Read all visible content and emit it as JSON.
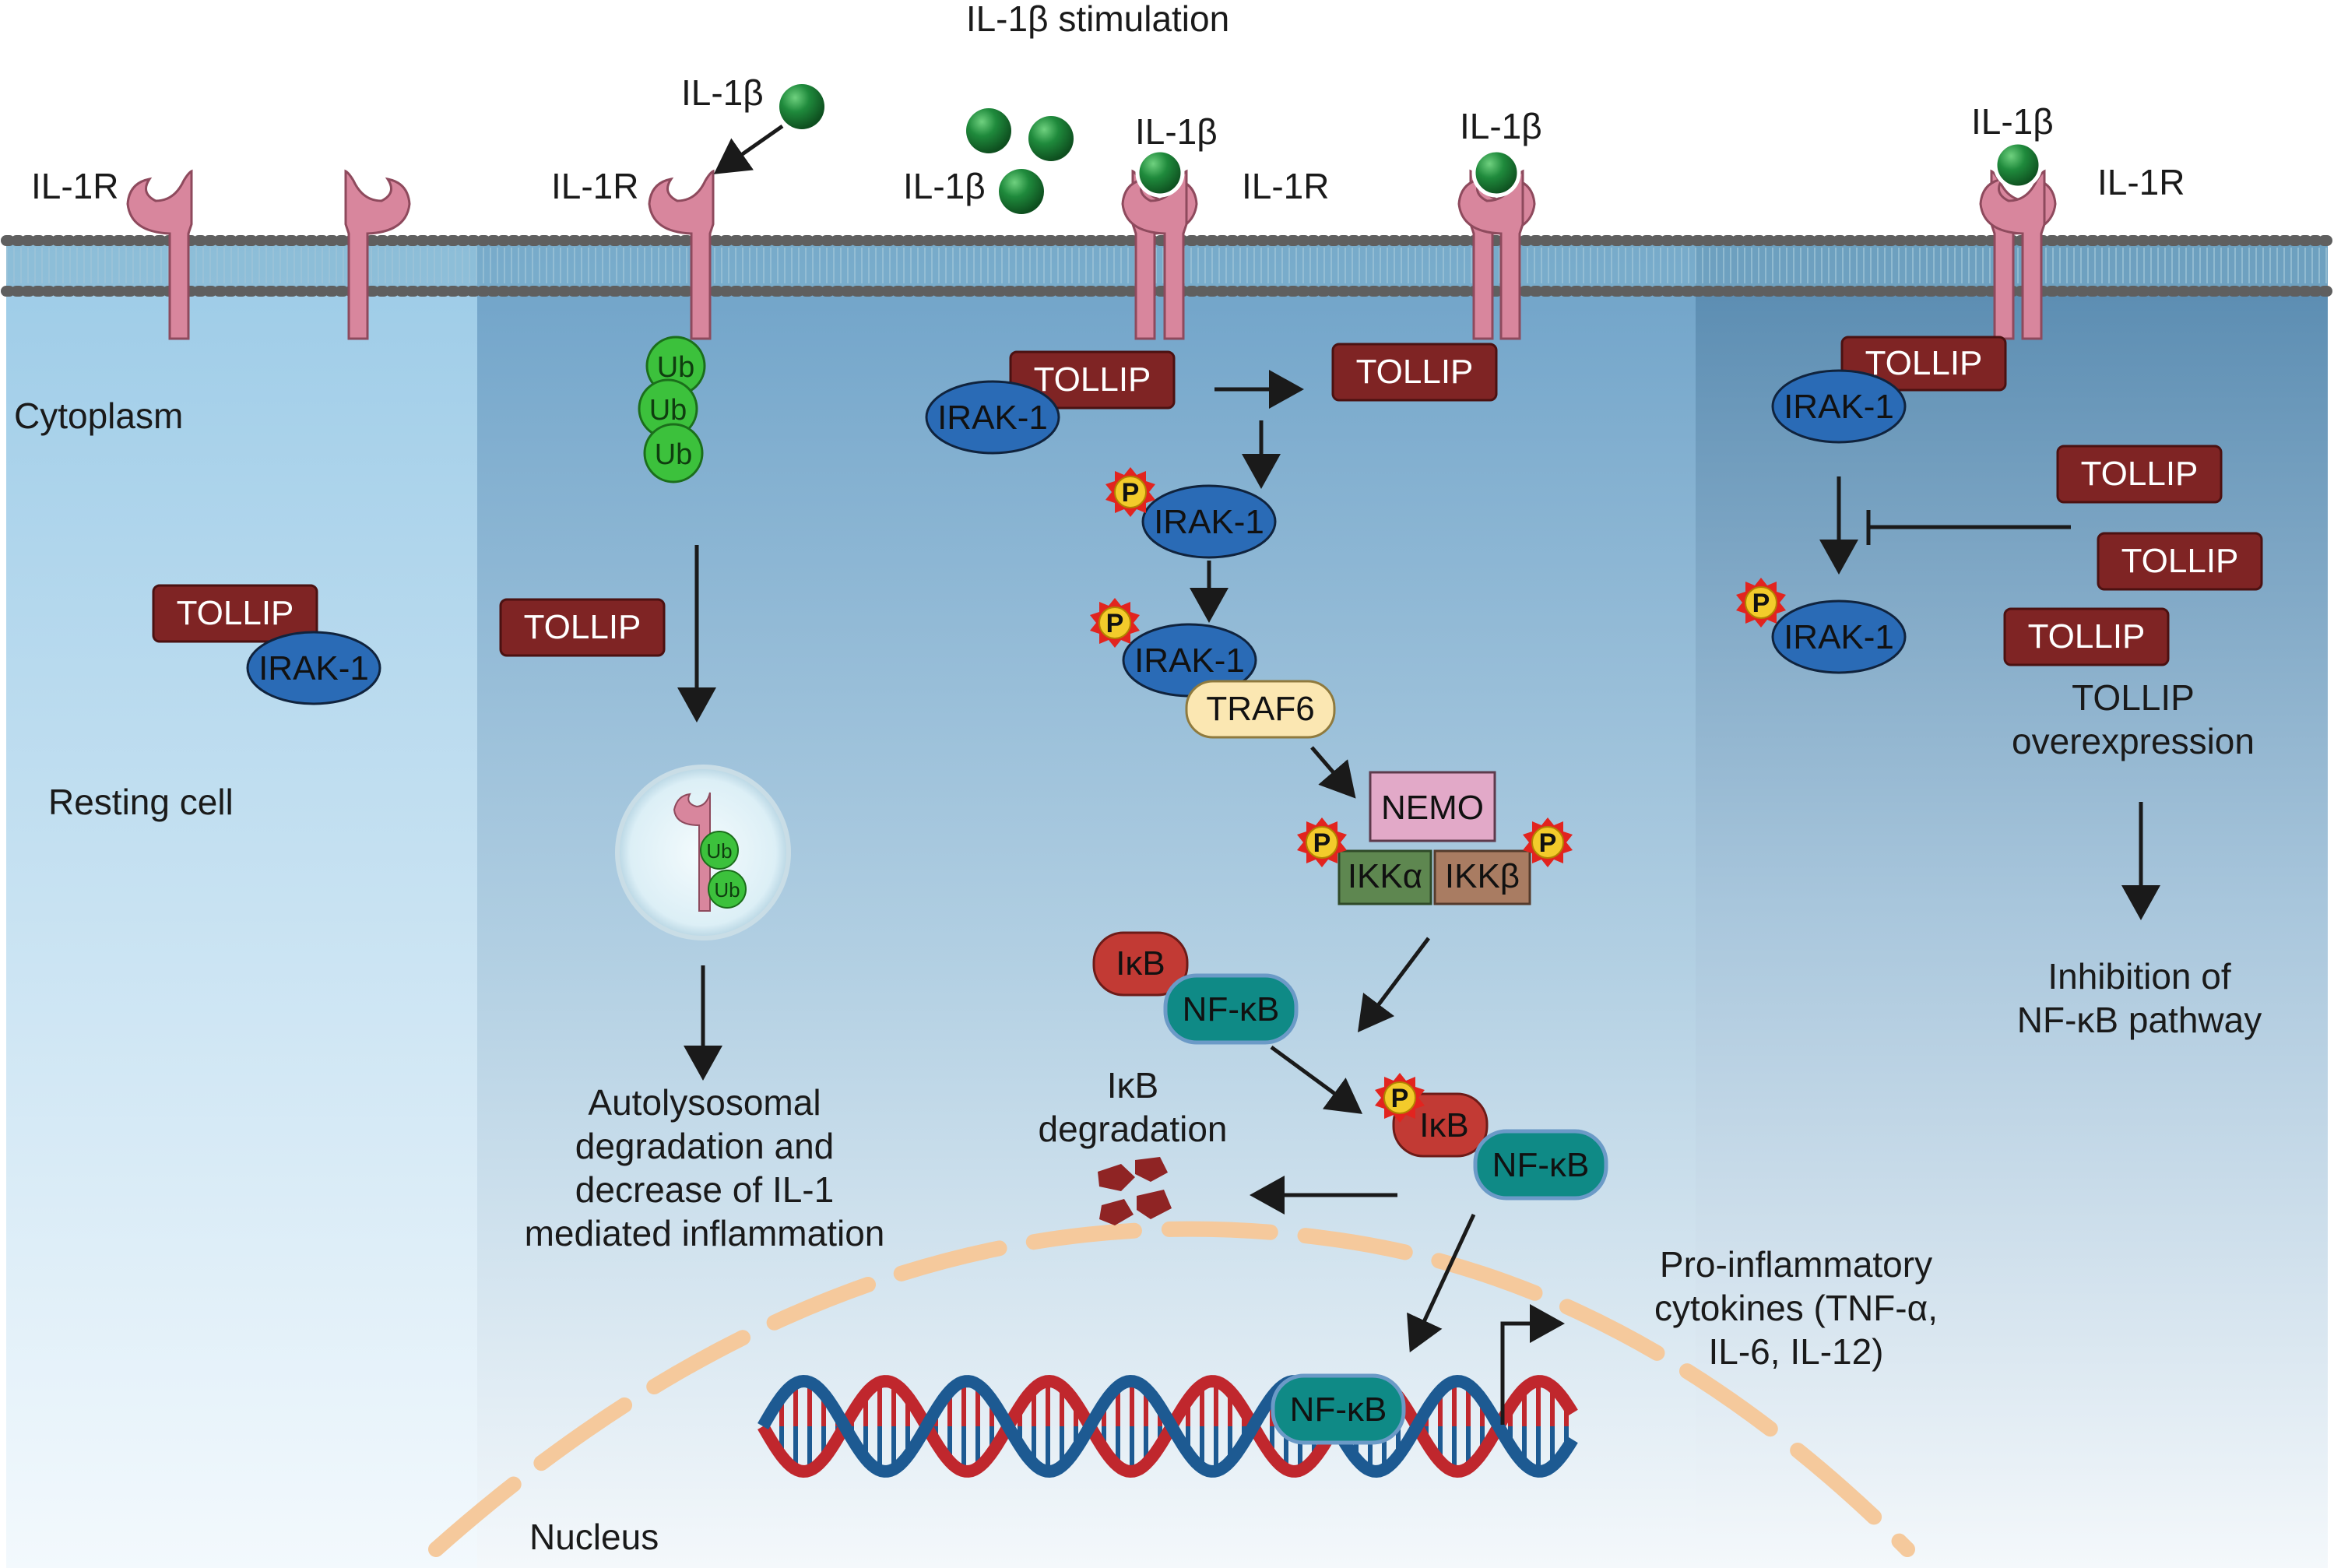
{
  "title": "IL-1β stimulation",
  "labels": {
    "il1r": "IL-1R",
    "il1b": "IL-1β",
    "cytoplasm": "Cytoplasm",
    "resting": "Resting cell",
    "nucleus": "Nucleus",
    "autolys1": "Autolysosomal",
    "autolys2": "degradation and",
    "autolys3": "decrease of IL-1",
    "autolys4": "mediated inflammation",
    "ikbdeg1": "IκB",
    "ikbdeg2": "degradation",
    "pro1": "Pro-inflammatory",
    "pro2": "cytokines (TNF-α,",
    "pro3": "IL-6, IL-12)",
    "over1": "TOLLIP",
    "over2": "overexpression",
    "inh1": "Inhibition of",
    "inh2": "NF-κB pathway"
  },
  "proteins": {
    "tollip": "TOLLIP",
    "irak1": "IRAK-1",
    "traf6": "TRAF6",
    "nemo": "NEMO",
    "ikka": "IKKα",
    "ikkb": "IKKβ",
    "ikb": "IκB",
    "nfkb": "NF-κB",
    "ub": "Ub",
    "p": "P"
  },
  "colors": {
    "tollip": "#7f2424",
    "irak1": "#2a6bb6",
    "nfkb": "#0f8a86",
    "ikb": "#c23a34",
    "traf6": "#fbe7b2",
    "nemo": "#e2a9c8",
    "ikka": "#5e8750",
    "ikkb": "#a97c62",
    "ub": "#3cc13c",
    "il1b": "#1f8a3c",
    "receptor": "#d8869d",
    "phospho": "#f3cb2b"
  }
}
